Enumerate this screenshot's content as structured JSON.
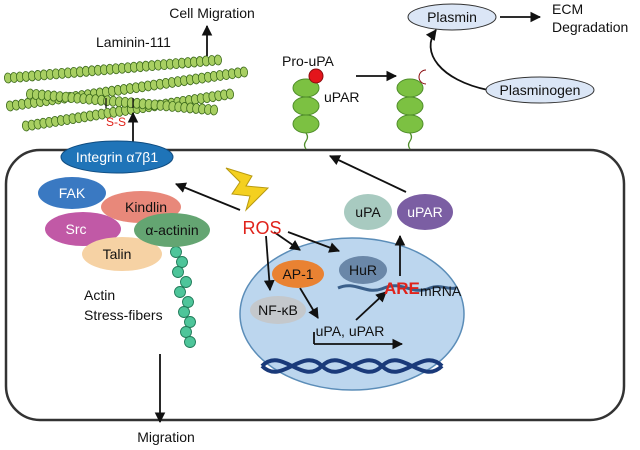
{
  "labels": {
    "cell_migration": "Cell Migration",
    "laminin": "Laminin-111",
    "disulfide": "S-S",
    "integrin": "Integrin α7β1",
    "fak": "FAK",
    "kindlin": "Kindlin",
    "src": "Src",
    "alpha_actinin": "α-actinin",
    "talin": "Talin",
    "actin_line1": "Actin",
    "actin_line2": "Stress-fibers",
    "migration": "Migration",
    "ros": "ROS",
    "ap1": "AP-1",
    "hur": "HuR",
    "nfkb": "NF-κB",
    "are": "ARE",
    "mrna": "mRNA",
    "upa_upar_gene": "uPA, uPAR",
    "upa": "uPA",
    "upar": "uPAR",
    "pro_upa": "Pro-uPA",
    "upar_membrane": "uPAR",
    "plasmin": "Plasmin",
    "plasminogen": "Plasminogen",
    "ecm_line1": "ECM",
    "ecm_line2": "Degradation"
  },
  "colors": {
    "integrin": "#1f74b8",
    "fak": "#3a79c2",
    "kindlin": "#e8887a",
    "src": "#c159a6",
    "alpha_actinin": "#64a572",
    "talin": "#f6d2a4",
    "ap1": "#e98232",
    "hur": "#6a87a8",
    "nfkb": "#c4c8cc",
    "upa": "#a8cac0",
    "upar_cyto": "#7b5ea3",
    "nucleus": "#bcd6ee",
    "laminin": "#a8cf62",
    "upar_membrane": "#7cc142",
    "pro_upa_dot": "#e3151b",
    "ros_text": "#e0231b",
    "plasmin": "#dbe6f6"
  }
}
